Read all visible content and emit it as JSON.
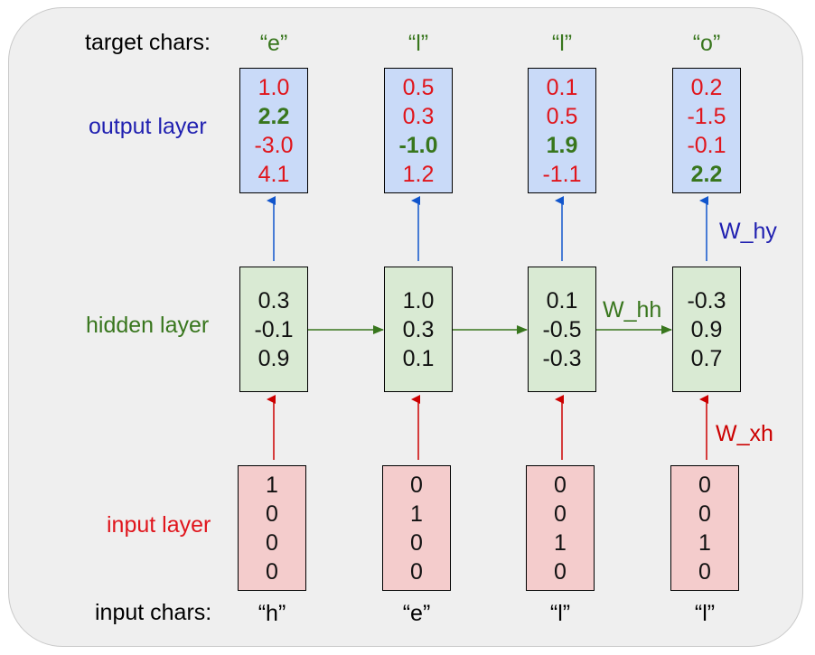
{
  "labels": {
    "target_chars": "target chars:",
    "output_layer": "output layer",
    "hidden_layer": "hidden layer",
    "input_layer": "input layer",
    "input_chars": "input chars:"
  },
  "weights": {
    "w_hy": "W_hy",
    "w_hh": "W_hh",
    "w_xh": "W_xh"
  },
  "steps": [
    {
      "target_char": "“e”",
      "output": [
        "1.0",
        "2.2",
        "-3.0",
        "4.1"
      ],
      "output_highlight": 1,
      "hidden": [
        "0.3",
        "-0.1",
        "0.9"
      ],
      "input": [
        "1",
        "0",
        "0",
        "0"
      ],
      "input_char": "“h”"
    },
    {
      "target_char": "“l”",
      "output": [
        "0.5",
        "0.3",
        "-1.0",
        "1.2"
      ],
      "output_highlight": 2,
      "hidden": [
        "1.0",
        "0.3",
        "0.1"
      ],
      "input": [
        "0",
        "1",
        "0",
        "0"
      ],
      "input_char": "“e”"
    },
    {
      "target_char": "“l”",
      "output": [
        "0.1",
        "0.5",
        "1.9",
        "-1.1"
      ],
      "output_highlight": 2,
      "hidden": [
        "0.1",
        "-0.5",
        "-0.3"
      ],
      "input": [
        "0",
        "0",
        "1",
        "0"
      ],
      "input_char": "“l”"
    },
    {
      "target_char": "“o”",
      "output": [
        "0.2",
        "-1.5",
        "-0.1",
        "2.2"
      ],
      "output_highlight": 3,
      "hidden": [
        "-0.3",
        "0.9",
        "0.7"
      ],
      "input": [
        "0",
        "0",
        "1",
        "0"
      ],
      "input_char": "“l”"
    }
  ],
  "colors": {
    "output_text": "#e0151c",
    "highlight_text": "#38761d",
    "output_label": "#1f1fb0",
    "hidden_label": "#38761d",
    "input_label": "#e0151c",
    "output_fill": "#c9daf8",
    "hidden_fill": "#d9ead3",
    "input_fill": "#f4cccc",
    "arrow_up_output": "#1155cc",
    "arrow_recurrent": "#38761d",
    "arrow_up_input": "#cc0000"
  }
}
